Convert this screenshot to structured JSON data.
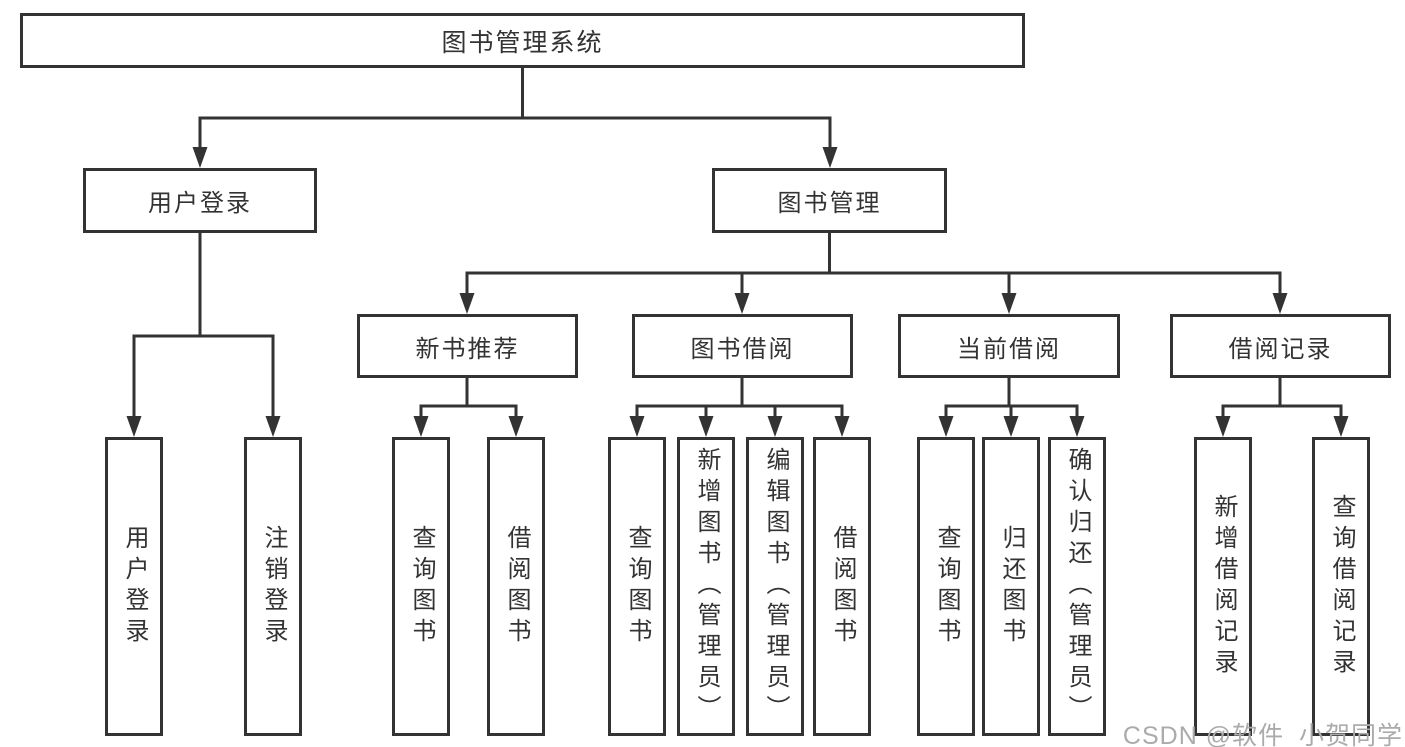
{
  "tree": {
    "label": "图书管理系统",
    "children": [
      {
        "label": "用户登录",
        "children": [
          {
            "label": "用户登录"
          },
          {
            "label": "注销登录"
          }
        ]
      },
      {
        "label": "图书管理",
        "children": [
          {
            "label": "新书推荐",
            "children": [
              {
                "label": "查询图书"
              },
              {
                "label": "借阅图书"
              }
            ]
          },
          {
            "label": "图书借阅",
            "children": [
              {
                "label": "查询图书"
              },
              {
                "label": "新增图书（管理员）"
              },
              {
                "label": "编辑图书（管理员）"
              },
              {
                "label": "借阅图书"
              }
            ]
          },
          {
            "label": "当前借阅",
            "children": [
              {
                "label": "查询图书"
              },
              {
                "label": "归还图书"
              },
              {
                "label": "确认归还（管理员）"
              }
            ]
          },
          {
            "label": "借阅记录",
            "children": [
              {
                "label": "新增借阅记录"
              },
              {
                "label": "查询借阅记录"
              }
            ]
          }
        ]
      }
    ]
  },
  "watermark": "CSDN @软件_小贺同学",
  "colors": {
    "line": "#333333",
    "box_border": "#333333",
    "text": "#333333",
    "watermark": "#ababab",
    "background": "#ffffff"
  }
}
